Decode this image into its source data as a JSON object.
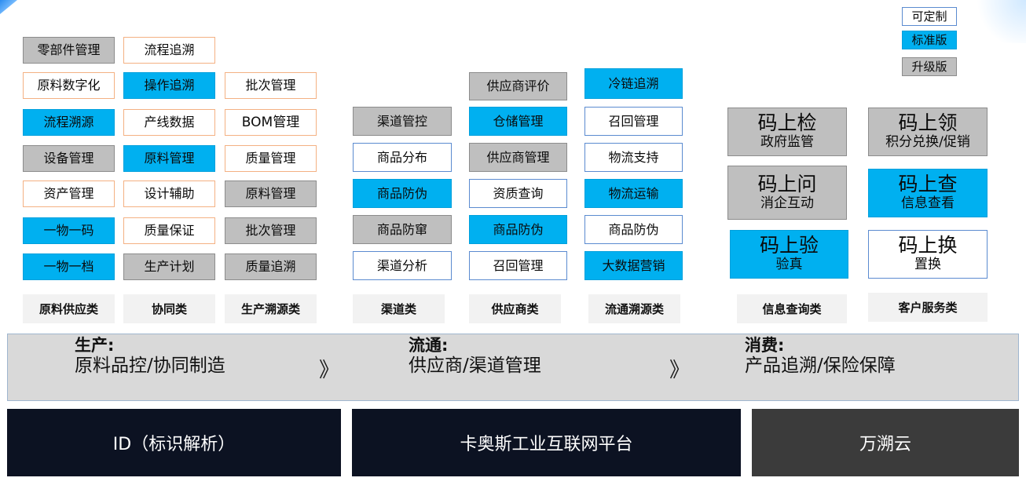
{
  "legend": {
    "customizable": "可定制",
    "standard": "标准版",
    "upgrade": "升级版"
  },
  "columns": {
    "raw_supply": {
      "items": [
        "零部件管理",
        "原料数字化",
        "流程溯源",
        "设备管理",
        "资产管理",
        "一物一码",
        "一物一档"
      ],
      "category": "原料供应类"
    },
    "collaboration": {
      "items": [
        "流程追溯",
        "操作追溯",
        "产线数据",
        "原料管理",
        "设计辅助",
        "质量保证",
        "生产计划"
      ],
      "category": "协同类"
    },
    "production_trace": {
      "items": [
        "批次管理",
        "BOM管理",
        "质量管理",
        "原料管理",
        "批次管理",
        "质量追溯"
      ],
      "category": "生产溯源类"
    },
    "channel": {
      "items": [
        "渠道管控",
        "商品分布",
        "商品防伪",
        "商品防窜",
        "渠道分析"
      ],
      "category": "渠道类"
    },
    "supplier": {
      "items": [
        "供应商评价",
        "仓储管理",
        "供应商管理",
        "资质查询",
        "商品防伪",
        "召回管理"
      ],
      "category": "供应商类"
    },
    "circulation_trace": {
      "items": [
        "冷链追溯",
        "召回管理",
        "物流支持",
        "物流运输",
        "商品防伪",
        "大数据营销"
      ],
      "category": "流通溯源类"
    },
    "info_query": {
      "items": [
        {
          "title": "码上检",
          "sub": "政府监管"
        },
        {
          "title": "码上问",
          "sub": "消企互动"
        },
        {
          "title": "码上验",
          "sub": "验真"
        }
      ],
      "category": "信息查询类"
    },
    "customer_service": {
      "items": [
        {
          "title": "码上领",
          "sub": "积分兑换/促销"
        },
        {
          "title": "码上查",
          "sub": "信息查看"
        },
        {
          "title": "码上换",
          "sub": "置换"
        }
      ],
      "category": "客户服务类"
    }
  },
  "stages": [
    {
      "heading": "生产:",
      "text": "原料品控/协同制造"
    },
    {
      "heading": "流通:",
      "text": "供应商/渠道管理"
    },
    {
      "heading": "消费:",
      "text": "产品追溯/保险保障"
    }
  ],
  "arrows": [
    "》",
    "》"
  ],
  "base": {
    "id": "ID（标识解析）",
    "platform": "卡奥斯工业互联网平台",
    "cloud": "万溯云"
  },
  "colors": {
    "standard": "#00b0f0",
    "upgrade": "#bfbfbf",
    "customizable": "#ffffff",
    "base_dark": "#0c1222",
    "base_grey": "#3b3b3b",
    "band": "#d9d9d9"
  }
}
